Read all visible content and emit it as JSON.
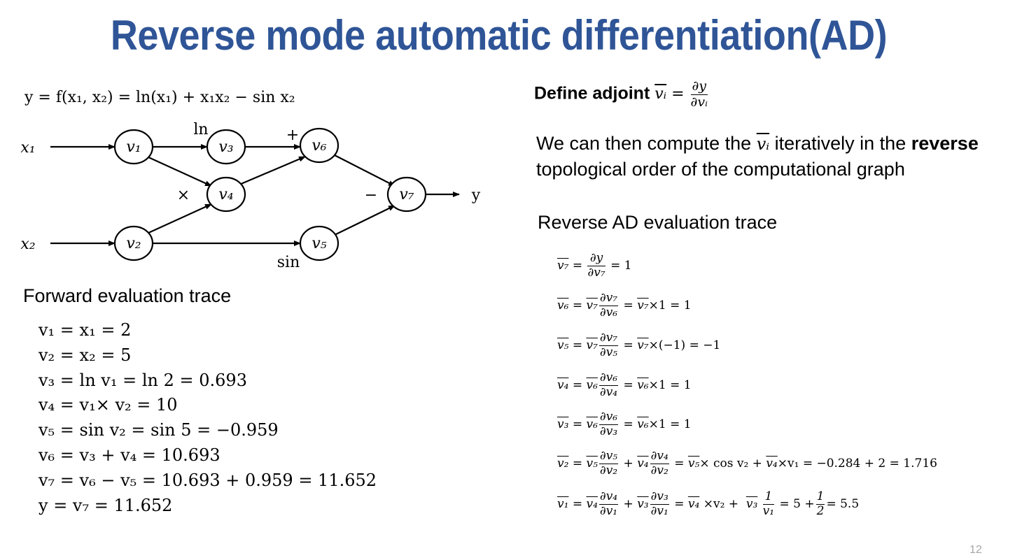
{
  "title": "Reverse mode automatic differentiation(AD)",
  "function_def": "y = f(x₁, x₂) = ln(x₁) + x₁x₂ − sin x₂",
  "graph": {
    "inputs": [
      "x₁",
      "x₂"
    ],
    "nodes": [
      "v₁",
      "v₂",
      "v₃",
      "v₄",
      "v₅",
      "v₆",
      "v₇"
    ],
    "output": "y",
    "op_labels": {
      "ln": "ln",
      "mul": "×",
      "add": "+",
      "sin": "sin",
      "sub": "−"
    }
  },
  "forward": {
    "heading": "Forward evaluation trace",
    "lines": [
      "v₁ = x₁ = 2",
      "v₂ = x₂ = 5",
      "v₃ = ln v₁ = ln 2 = 0.693",
      "v₄ = v₁× v₂ = 10",
      "v₅ = sin v₂ = sin 5 = −0.959",
      "v₆ = v₃ + v₄ = 10.693",
      "v₇ = v₆ − v₅ = 10.693 + 0.959 = 11.652",
      "y = v₇ = 11.652"
    ]
  },
  "adjoint": {
    "label": "Define adjoint",
    "symbol": "vᵢ",
    "numerator": "∂y",
    "denominator": "∂vᵢ",
    "text_before": "We can then compute the",
    "text_middle": "iteratively in the",
    "text_bold": "reverse",
    "text_after": "topological order of the computational graph"
  },
  "reverse": {
    "heading": "Reverse AD evaluation trace",
    "rows": [
      {
        "lhs": "v₇",
        "terms": [
          {
            "num": "∂y",
            "den": "∂v₇"
          }
        ],
        "rhs": "= 1"
      },
      {
        "lhs": "v₆",
        "terms": [
          {
            "coef": "v₇",
            "num": "∂v₇",
            "den": "∂v₆"
          }
        ],
        "rhs_bar": "v₇",
        "rhs": "×1 = 1"
      },
      {
        "lhs": "v₅",
        "terms": [
          {
            "coef": "v₇",
            "num": "∂v₇",
            "den": "∂v₅"
          }
        ],
        "rhs_bar": "v₇",
        "rhs": "×(−1) = −1"
      },
      {
        "lhs": "v₄",
        "terms": [
          {
            "coef": "v₆",
            "num": "∂v₆",
            "den": "∂v₄"
          }
        ],
        "rhs_bar": "v₆",
        "rhs": "×1 = 1"
      },
      {
        "lhs": "v₃",
        "terms": [
          {
            "coef": "v₆",
            "num": "∂v₆",
            "den": "∂v₃"
          }
        ],
        "rhs_bar": "v₆",
        "rhs": "×1 = 1"
      },
      {
        "lhs": "v₂",
        "terms": [
          {
            "coef": "v₅",
            "num": "∂v₅",
            "den": "∂v₂"
          },
          {
            "coef": "v₄",
            "num": "∂v₄",
            "den": "∂v₂"
          }
        ],
        "rhs_a": "v₅",
        "rhs_b": "× cos v₂ +",
        "rhs_c": "v₄",
        "rhs": "×v₁ = −0.284 + 2 = 1.716"
      },
      {
        "lhs": "v₁",
        "terms": [
          {
            "coef": "v₄",
            "num": "∂v₄",
            "den": "∂v₁"
          },
          {
            "coef": "v₃",
            "num": "∂v₃",
            "den": "∂v₁"
          }
        ],
        "rhs_a": "v₄",
        "rhs_b": "×v₂ +",
        "rhs_c": "v₃",
        "frac1_num": "1",
        "frac1_den": "v₁",
        "rhs_mid": "= 5 +",
        "frac2_num": "1",
        "frac2_den": "2",
        "rhs": "= 5.5"
      }
    ]
  },
  "page_number": "12",
  "colors": {
    "title": "#2f5597",
    "page_number": "#a6a6a6"
  }
}
